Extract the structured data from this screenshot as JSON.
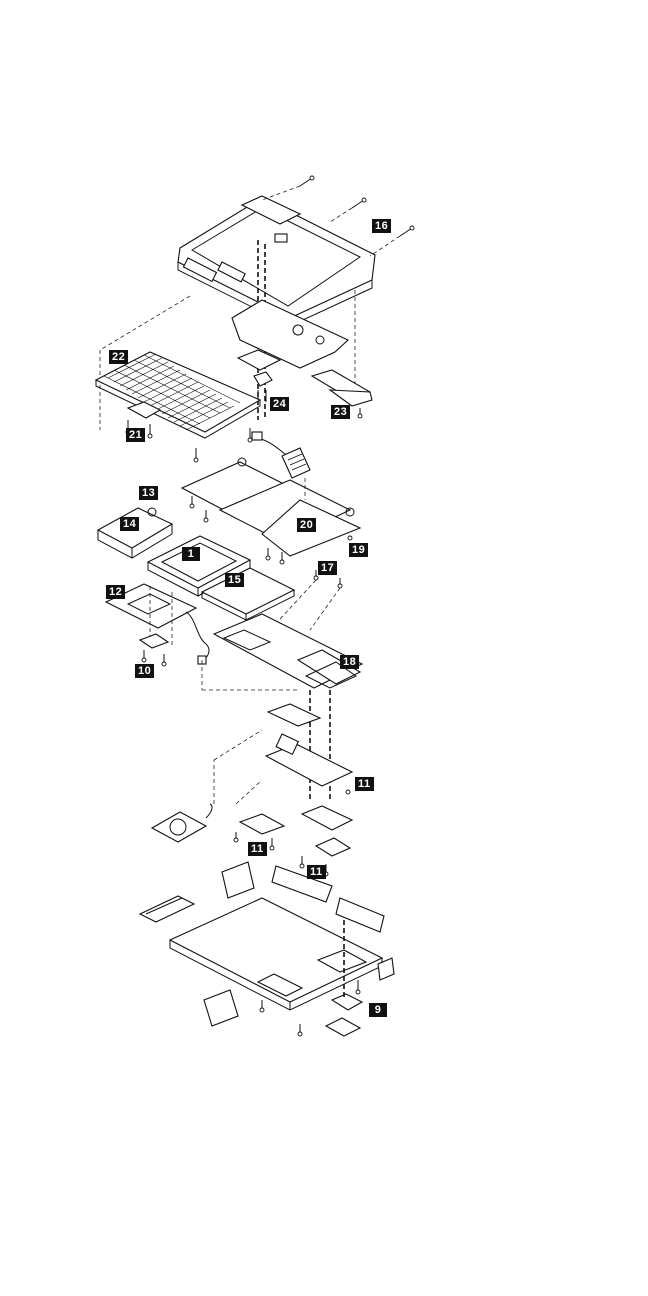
{
  "diagram": {
    "callouts": [
      "16",
      "22",
      "24",
      "23",
      "21",
      "13",
      "14",
      "20",
      "1",
      "19",
      "15",
      "17",
      "12",
      "18",
      "10",
      "11",
      "11",
      "11",
      "9"
    ]
  }
}
